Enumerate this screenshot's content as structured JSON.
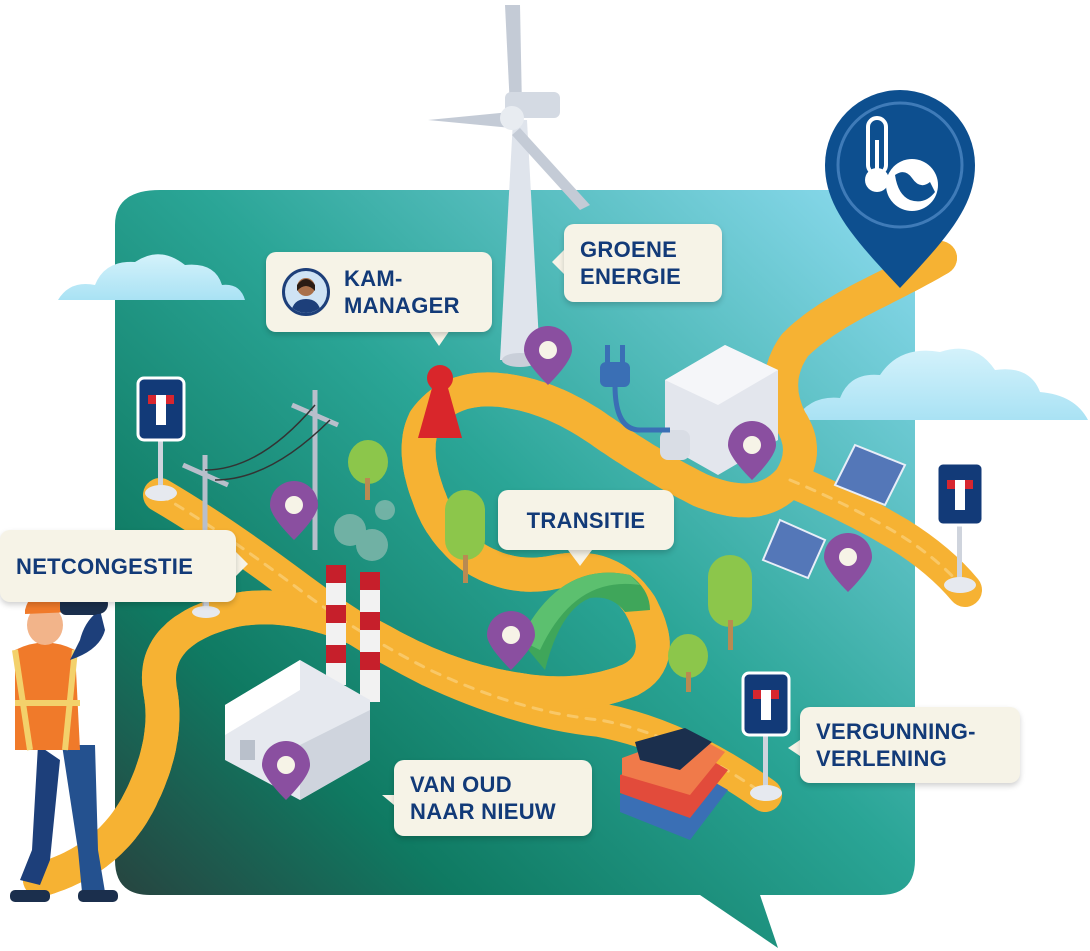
{
  "labels": {
    "kam_manager": "KAM-\nMANAGER",
    "groene_energie": "GROENE\nENERGIE",
    "transitie": "TRANSITIE",
    "netcongestie": "NETCONGESTIE",
    "van_oud_naar_nieuw": "VAN OUD\nNAAR NIEUW",
    "vergunningverlening": "VERGUNNING-\nVERLENING"
  },
  "colors": {
    "bubble_top": "#7fd3ec",
    "bubble_bottom": "#0d7a63",
    "road": "#f6b233",
    "label_bg": "#f6f3e7",
    "label_text": "#123a78",
    "pin": "#8a4fa0",
    "sign": "#123a78",
    "climate_pin": "#0d4f8f"
  },
  "icons": {
    "climate": "thermometer-globe-icon",
    "map_pin": "map-pin-icon",
    "sign": "dead-end-road-sign-icon"
  }
}
